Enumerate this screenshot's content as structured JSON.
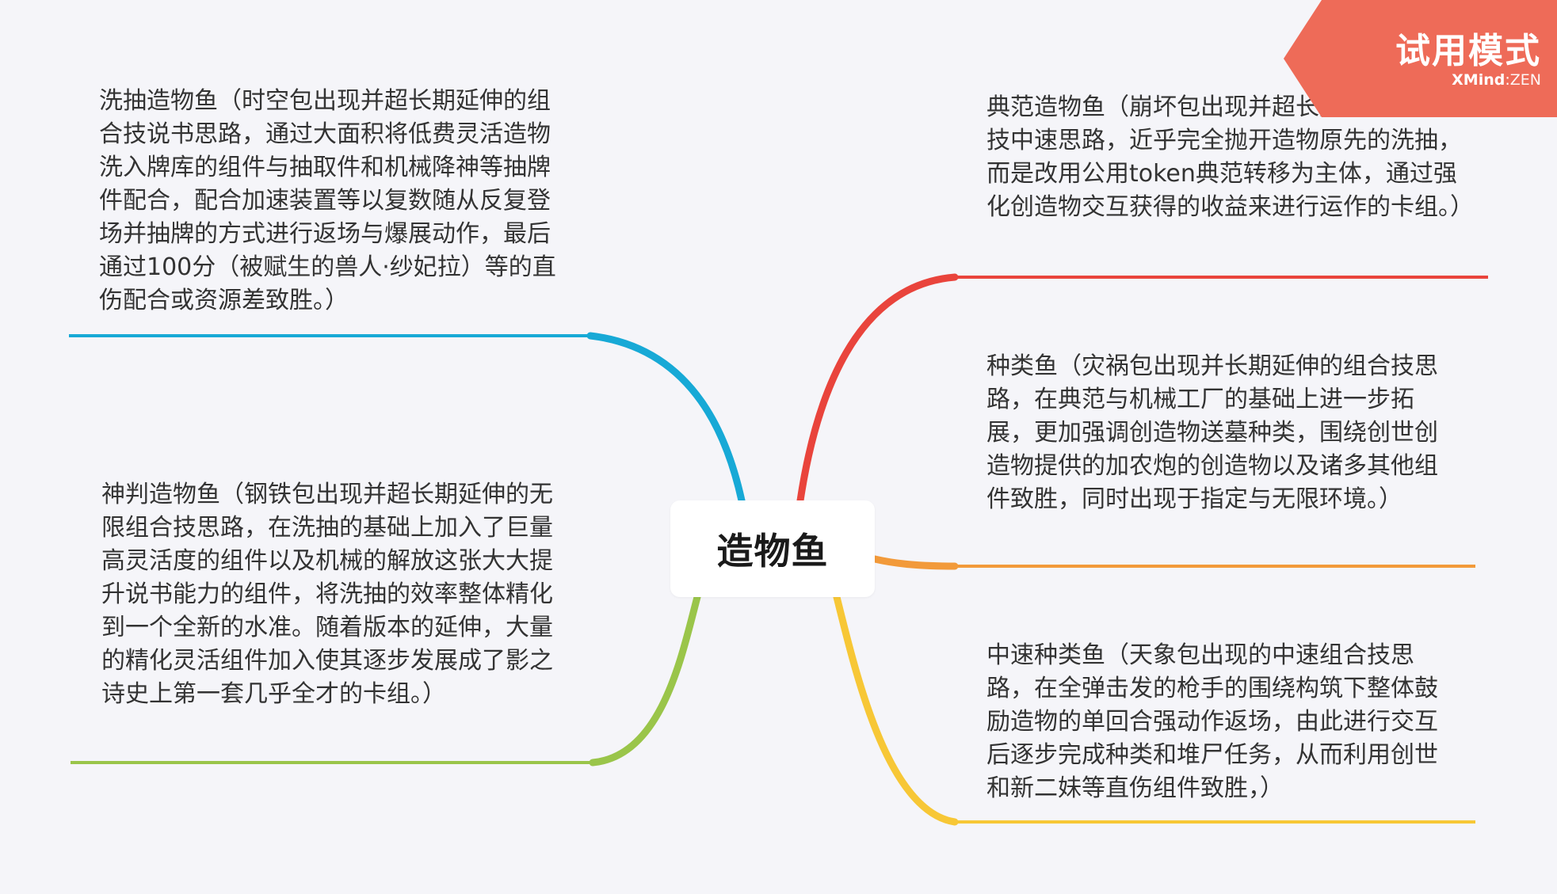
{
  "central_topic": {
    "label": "造物鱼"
  },
  "branches": [
    {
      "id": "left-top",
      "color": "#17a9d6",
      "text": "洗抽造物鱼（时空包出现并超长期延伸的组合技说书思路，通过大面积将低费灵活造物洗入牌库的组件与抽取件和机械降神等抽牌件配合，配合加速装置等以复数随从反复登场并抽牌的方式进行返场与爆展动作，最后通过100分（被赋生的兽人·纱妃拉）等的直伤配合或资源差致胜。）"
    },
    {
      "id": "left-bottom",
      "color": "#9ac54a",
      "text": "神判造物鱼（钢铁包出现并超长期延伸的无限组合技思路，在洗抽的基础上加入了巨量高灵活度的组件以及机械的解放这张大大提升说书能力的组件，将洗抽的效率整体精化到一个全新的水准。随着版本的延伸，大量的精化灵活组件加入使其逐步发展成了影之诗史上第一套几乎全才的卡组。）"
    },
    {
      "id": "right-1",
      "color": "#e9443c",
      "text": "典范造物鱼（崩坏包出现并超长期延伸的组合技中速思路，近乎完全抛开造物原先的洗抽，而是改用公用token典范转移为主体，通过强化创造物交互获得的收益来进行运作的卡组。）"
    },
    {
      "id": "right-2",
      "color": "#f29a3a",
      "text": "种类鱼（灾祸包出现并长期延伸的组合技思路，在典范与机械工厂的基础上进一步拓展，更加强调创造物送墓种类，围绕创世创造物提供的加农炮的创造物以及诸多其他组件致胜，同时出现于指定与无限环境。）"
    },
    {
      "id": "right-3",
      "color": "#f7c736",
      "text": "中速种类鱼（天象包出现的中速组合技思路，在全弹击发的枪手的围绕构筑下整体鼓励造物的单回合强动作返场，由此进行交互后逐步完成种类和堆尸任务，从而利用创世和新二妹等直伤组件致胜，）"
    }
  ],
  "trial_badge": {
    "title": "试用模式",
    "brand_main": "XMind",
    "brand_sep": ":",
    "brand_suffix": "ZEN",
    "color": "#ee6b58"
  },
  "colors": {
    "background": "#f5f5f9",
    "center_fill": "#ffffff",
    "text": "#333333"
  }
}
